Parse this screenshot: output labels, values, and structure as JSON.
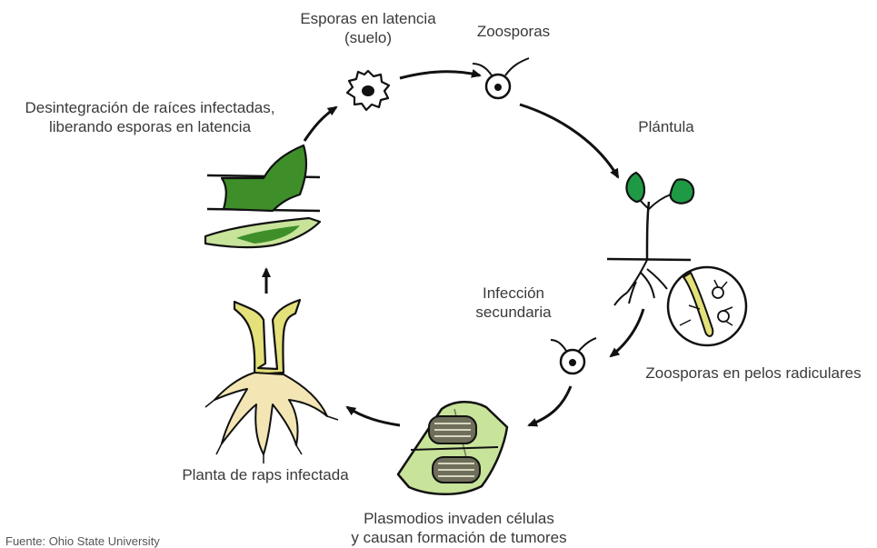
{
  "labels": {
    "dormant_spores_line1": "Esporas en latencia",
    "dormant_spores_line2": "(suelo)",
    "zoospores": "Zoosporas",
    "seedling": "Plántula",
    "root_hair_zoospores": "Zoosporas en pelos radiculares",
    "secondary_infection_line1": "Infección",
    "secondary_infection_line2": "secundaria",
    "plasmodia_line1": "Plasmodios invaden células",
    "plasmodia_line2": "y causan formación de tumores",
    "infected_plant": "Planta de raps infectada",
    "disintegration_line1": "Desintegración de raíces infectadas,",
    "disintegration_line2": "liberando esporas en latencia"
  },
  "source": "Fuente: Ohio State University",
  "colors": {
    "leaf_green": "#1e9a45",
    "cell_green": "#c8e39a",
    "spore_green": "#3e8f2a",
    "stem_yellow": "#e4e07a",
    "root_cream": "#f3e6b4",
    "ink": "#111111"
  }
}
